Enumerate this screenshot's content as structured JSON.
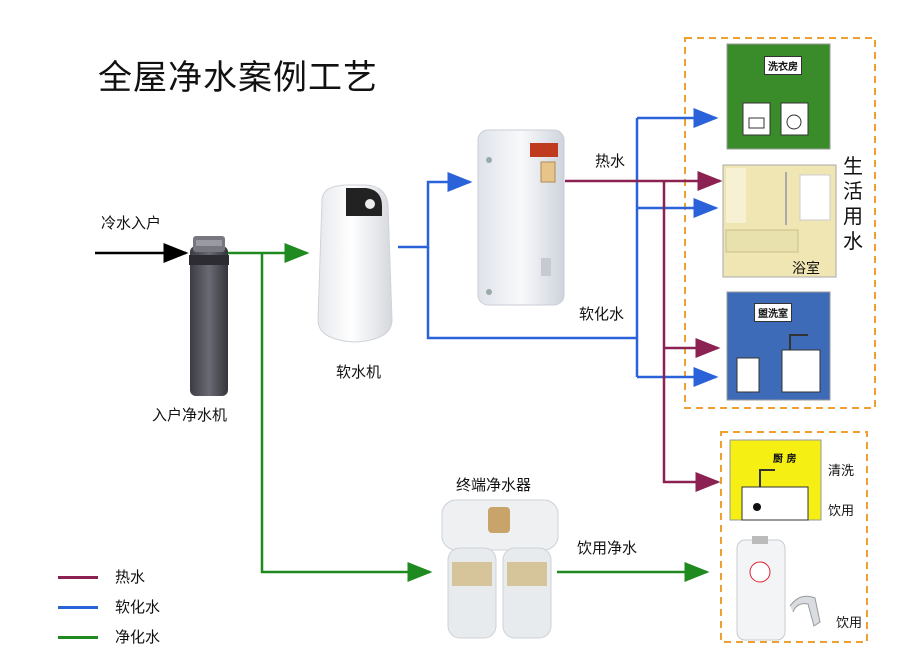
{
  "title": "全屋净水案例工艺",
  "labels": {
    "cold_inlet": "冷水入户",
    "prefilter": "入户净水机",
    "softener": "软水机",
    "hot_water": "热水",
    "soft_water": "软化水",
    "terminal_purifier": "终端净水器",
    "drinking_water": "饮用净水",
    "domestic_water": [
      "生",
      "活",
      "用",
      "水"
    ],
    "bathroom": "浴室",
    "washing": "清洗",
    "drinking_1": "饮用",
    "drinking_2": "饮用"
  },
  "rooms": {
    "laundry": "洗衣房",
    "washroom": "盥洗室",
    "kitchen": "厨 房"
  },
  "legend": [
    {
      "label": "热水",
      "color": "#8b2252"
    },
    {
      "label": "软化水",
      "color": "#2a62d9"
    },
    {
      "label": "净化水",
      "color": "#1f8a1f"
    }
  ],
  "colors": {
    "hot": "#8b2252",
    "soft": "#2a62d9",
    "purified": "#1f8a1f",
    "cold": "#000000",
    "dashed_box": "#f0a030"
  }
}
